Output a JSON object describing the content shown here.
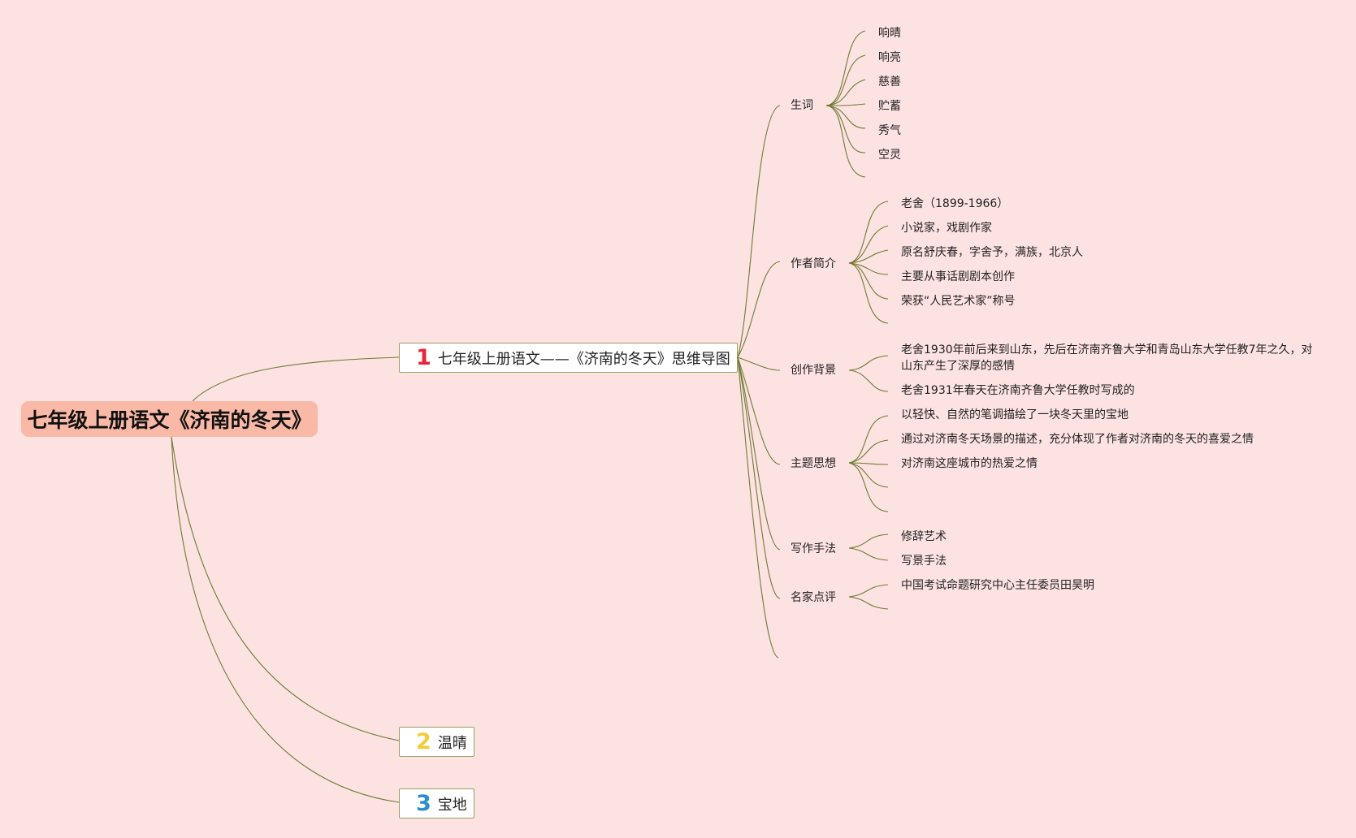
{
  "root": {
    "label": "七年级上册语文《济南的冬天》"
  },
  "main_nodes": [
    {
      "number": "1",
      "label": "七年级上册语文——《济南的冬天》思维导图",
      "number_color": "#e8253a"
    },
    {
      "number": "2",
      "label": "温晴",
      "number_color": "#f2cd38"
    },
    {
      "number": "3",
      "label": "宝地",
      "number_color": "#2b8fcf"
    }
  ],
  "subtopics": [
    {
      "label": "生词",
      "items": [
        "响晴",
        "响亮",
        "慈善",
        "贮蓄",
        "秀气",
        "空灵"
      ]
    },
    {
      "label": "作者简介",
      "items": [
        "老舍（1899-1966）",
        "小说家，戏剧作家",
        "原名舒庆春，字舍予，满族，北京人",
        "主要从事话剧剧本创作",
        "荣获“人民艺术家”称号"
      ]
    },
    {
      "label": "创作背景",
      "items": [
        "老舍1930年前后来到山东，先后在济南齐鲁大学和青岛山东大学任教7年之久，对山东产生了深厚的感情",
        "老舍1931年春天在济南齐鲁大学任教时写成的"
      ]
    },
    {
      "label": "主题思想",
      "items": [
        "以轻快、自然的笔调描绘了一块冬天里的宝地",
        "通过对济南冬天场景的描述，充分体现了作者对济南的冬天的喜爱之情",
        "对济南这座城市的热爱之情"
      ]
    },
    {
      "label": "写作手法",
      "items": [
        "修辞艺术",
        "写景手法"
      ]
    },
    {
      "label": "名家点评",
      "items": [
        "中国考试命题研究中心主任委员田昊明"
      ]
    }
  ],
  "colors": {
    "background": "#fde2e2",
    "root_fill": "#f9b9a6",
    "line": "#6f7a35"
  }
}
